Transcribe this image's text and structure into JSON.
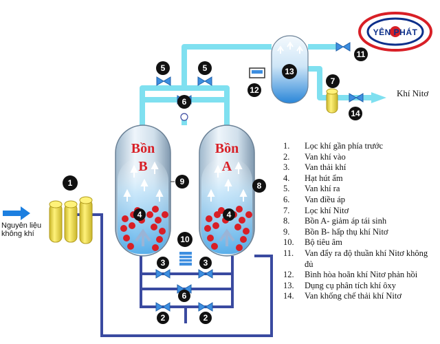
{
  "logo": {
    "text": "YÊN PHÁT"
  },
  "input_label_line1": "Nguyên liệu",
  "input_label_line2": "không khí",
  "output_label": "Khí Nitơ",
  "tank_b": {
    "word": "Bồn",
    "letter": "B"
  },
  "tank_a": {
    "word": "Bồn",
    "letter": "A"
  },
  "badges": {
    "filter_in": "1",
    "vent_left": "2",
    "vent_right": "2",
    "inlet_left": "3",
    "inlet_right": "3",
    "adsorbent_b": "4",
    "adsorbent_a": "4",
    "outlet_left": "5",
    "outlet_right": "5",
    "reg_top": "6",
    "reg_bottom": "6",
    "filter_out": "7",
    "tank_a_label": "8",
    "tank_b_label": "9",
    "muffler": "10",
    "valve_out": "11",
    "buffer_unit": "12",
    "buffer_tank": "13",
    "valve_vent": "14"
  },
  "legend": [
    {
      "num": "1.",
      "text": "Lọc khí gần phía trước"
    },
    {
      "num": "2.",
      "text": "Van khí vào"
    },
    {
      "num": "3.",
      "text": "Van thải khí"
    },
    {
      "num": "4.",
      "text": "Hạt hút ẩm"
    },
    {
      "num": "5.",
      "text": "Van khí ra"
    },
    {
      "num": "6.",
      "text": "Van điều áp"
    },
    {
      "num": "7.",
      "text": "Lọc khí Nitơ"
    },
    {
      "num": "8.",
      "text": "Bồn A- giảm áp tái sinh"
    },
    {
      "num": "9.",
      "text": "Bồn B- hấp thụ khí Nitơ"
    },
    {
      "num": "10.",
      "text": "Bộ tiêu âm"
    },
    {
      "num": "11.",
      "text": "Van đẩy ra độ thuần khí Nitơ không đủ"
    },
    {
      "num": "12.",
      "text": "Bình hòa hoãn khí Nitơ phản hồi"
    },
    {
      "num": "13.",
      "text": "Dụng cụ phân tích khí ôxy"
    },
    {
      "num": "14.",
      "text": "Van khống chế thải khí Nitơ"
    }
  ],
  "colors": {
    "pipe_top": "#7fe0f0",
    "pipe_bottom": "#3a4aa0",
    "adsorbent": "#d81f26",
    "filter_yellow": "#f3e24a",
    "valve_blue": "#3d8ee0",
    "arrow_blue": "#1c7fe0",
    "logo_red": "#d81f26",
    "logo_blue": "#0c2f8a"
  }
}
